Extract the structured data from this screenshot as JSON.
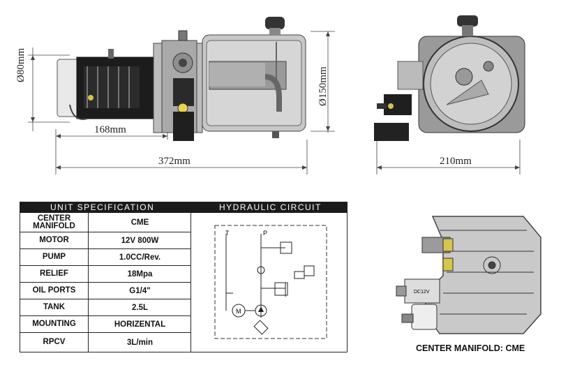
{
  "dimensions": {
    "motor_diameter": "Ø80mm",
    "motor_length": "168mm",
    "total_length": "372mm",
    "tank_diameter": "Ø150mm",
    "width": "210mm"
  },
  "spec": {
    "title": "UNIT SPECIFICATION",
    "rows": [
      {
        "label": "CENTER MANIFOLD",
        "value": "CME"
      },
      {
        "label": "MOTOR",
        "value": "12V 800W"
      },
      {
        "label": "PUMP",
        "value": "1.0CC/Rev."
      },
      {
        "label": "RELIEF",
        "value": "18Mpa"
      },
      {
        "label": "OIL PORTS",
        "value": "G1/4\""
      },
      {
        "label": "TANK",
        "value": "2.5L"
      },
      {
        "label": "MOUNTING",
        "value": "HORIZENTAL"
      },
      {
        "label": "RPCV",
        "value": "3L/min"
      }
    ]
  },
  "circuit": {
    "title": "HYDRAULIC CIRCUIT",
    "port_t": "T",
    "port_p": "P",
    "motor_symbol": "M"
  },
  "manifold": {
    "caption": "CENTER MANIFOLD: CME",
    "coil_label": "DC12V"
  }
}
